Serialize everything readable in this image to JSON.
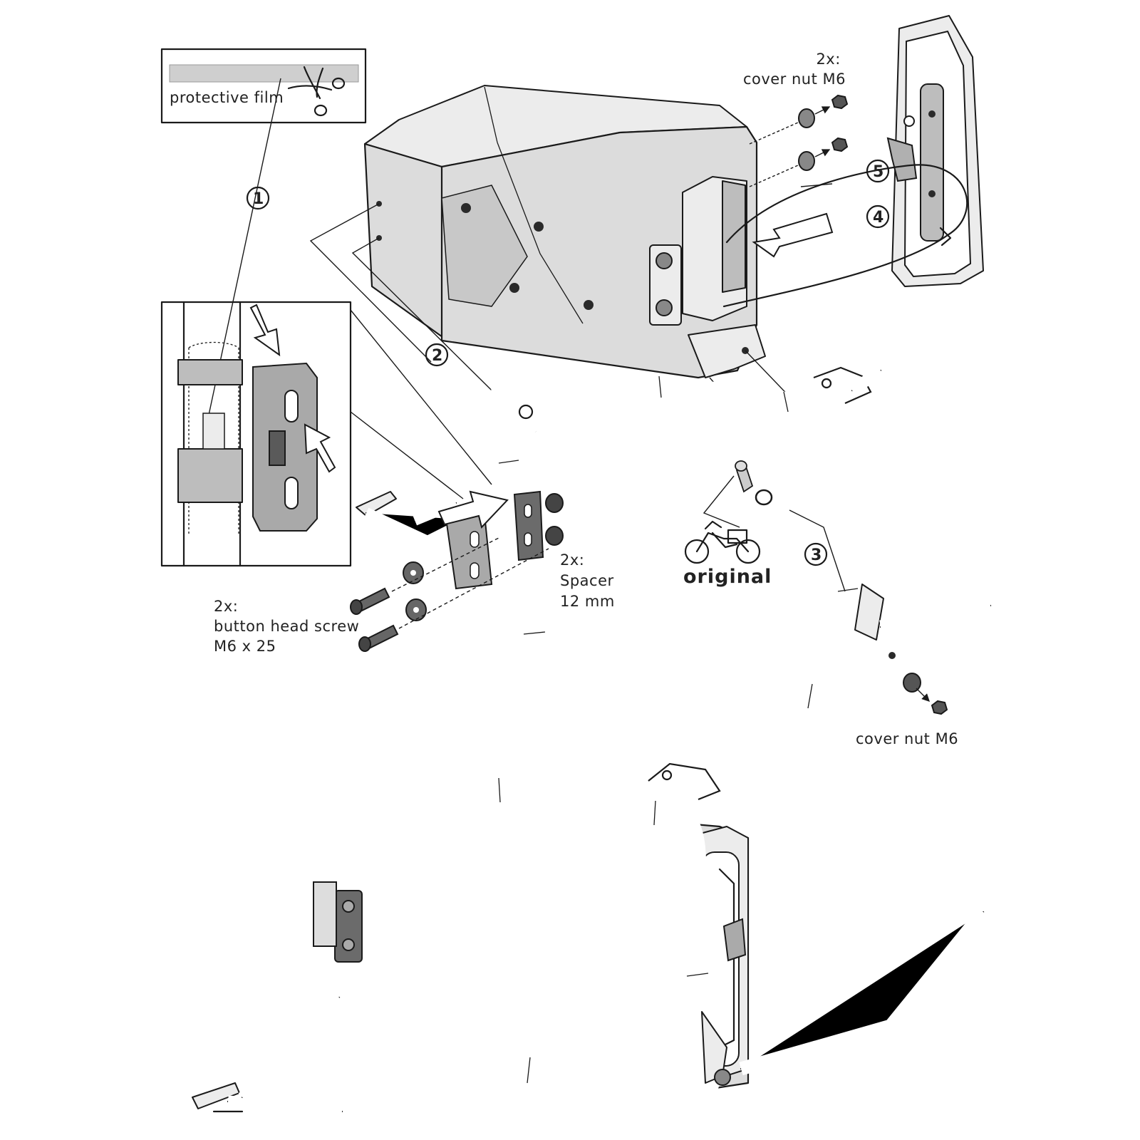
{
  "labels": {
    "protective_film": "protective film",
    "cover_nut_top": "2x:\ncover nut M6",
    "spacer": "2x:\nSpacer\n12 mm",
    "button_head_screw": "2x:\nbutton head screw\nM6 x 25",
    "original": "original",
    "cover_nut_bottom": "cover nut M6"
  },
  "steps": [
    "1",
    "2",
    "3",
    "4",
    "5"
  ],
  "icons": {
    "scissors": "scissors-icon",
    "motorcycle": "motorcycle-icon"
  }
}
